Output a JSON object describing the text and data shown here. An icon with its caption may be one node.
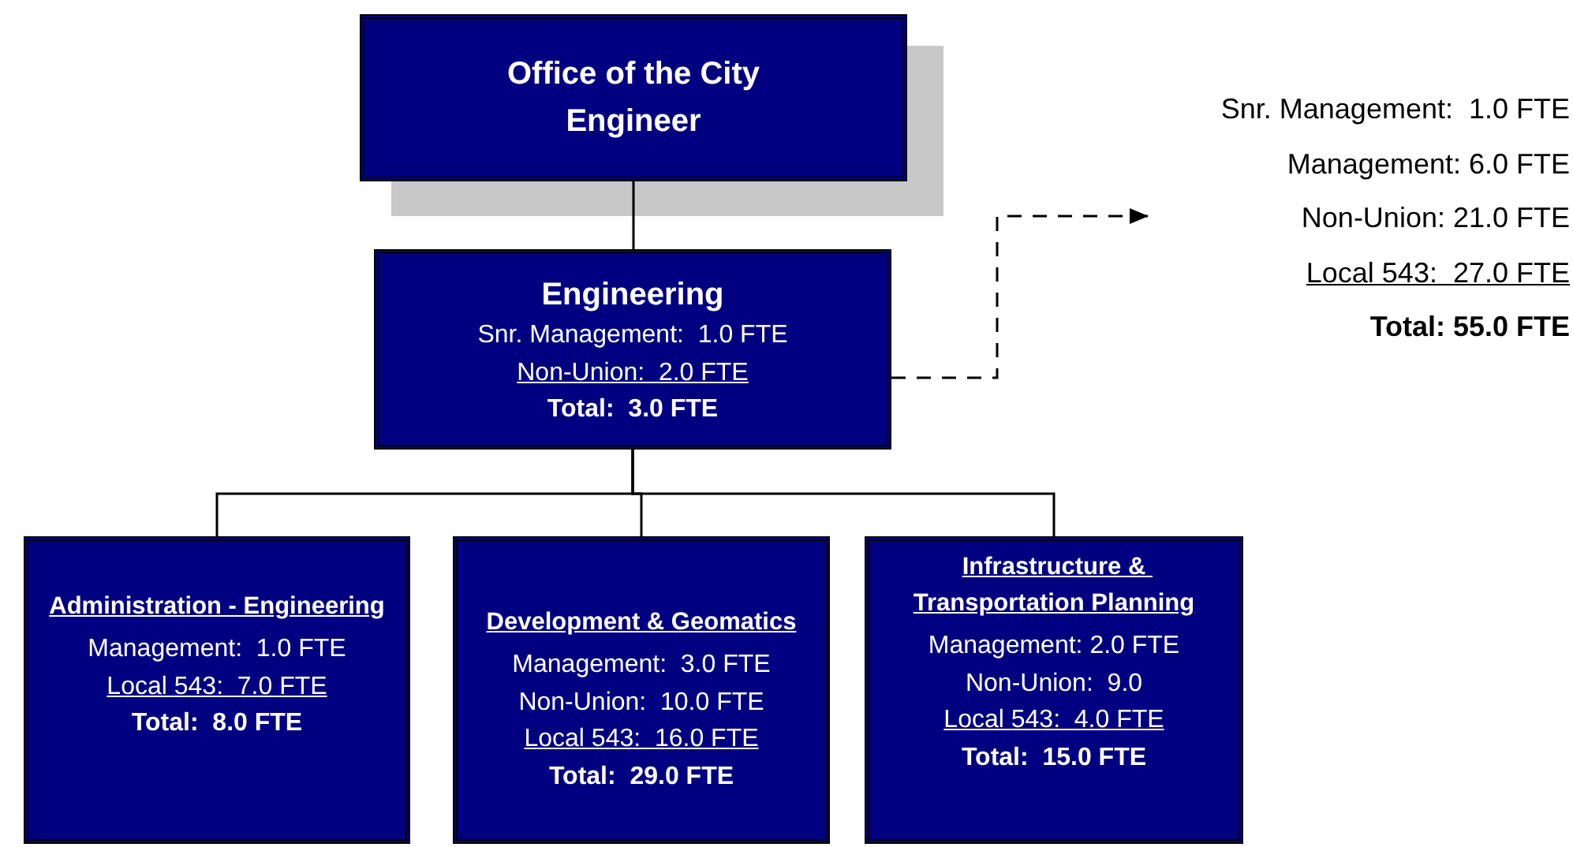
{
  "diagram": {
    "nodes": [
      {
        "text": [
          "Office of the City Engineer"
        ]
      },
      {
        "text": [
          "Engineering",
          "Snr. Management:  1.0 FTE",
          "Non-Union:  2.0 FTE",
          "Total:  3.0 FTE"
        ]
      },
      {
        "text": [
          "Snr. Management:  1.0 FTE",
          "Management: 6.0 FTE",
          "Non-Union: 21.0 FTE",
          "Local 543:  27.0 FTE",
          "Total: 55.0 FTE"
        ]
      },
      {
        "text": [
          "Administration - Engineering",
          "Management:  1.0 FTE",
          "Local 543:  7.0 FTE",
          "Total:  8.0 FTE"
        ]
      },
      {
        "text": [
          "Development & Geomatics",
          "Management:  3.0 FTE",
          "Non-Union:  10.0 FTE",
          "Local 543:  16.0 FTE",
          "Total:  29.0 FTE"
        ]
      },
      {
        "text": [
          "Infrastructure & Transportation Planning",
          "Management: 2.0 FTE",
          "Non-Union:  9.0",
          "Local 543:  4.0 FTE",
          "Total:  15.0 FTE"
        ]
      }
    ],
    "edges": [
      {
        "from": 0,
        "to": 1,
        "arrow": "none"
      },
      {
        "from": 1,
        "to": 2,
        "arrow": "to",
        "style": "dashed"
      },
      {
        "from": 1,
        "to": 3,
        "arrow": "none"
      },
      {
        "from": 1,
        "to": 4,
        "arrow": "none"
      },
      {
        "from": 1,
        "to": 5,
        "arrow": "none"
      }
    ]
  }
}
